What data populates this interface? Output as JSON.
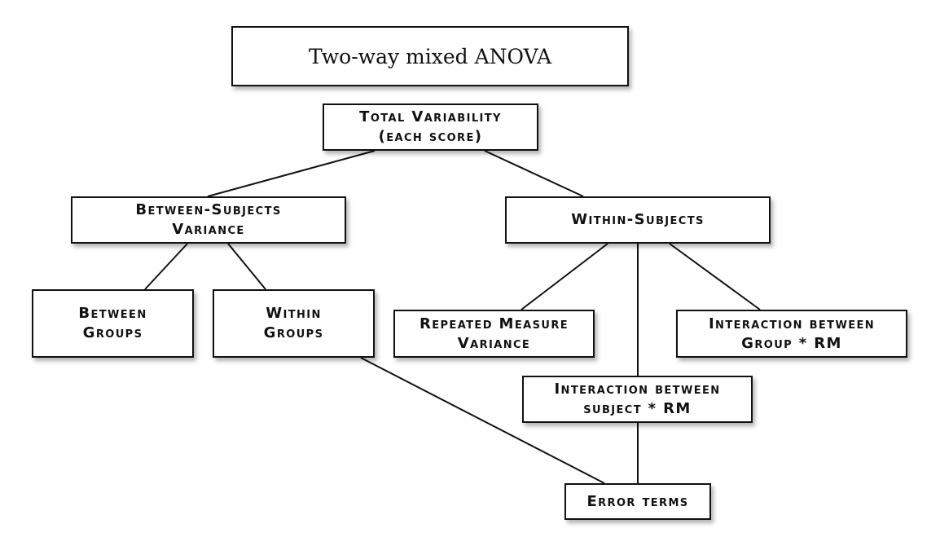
{
  "diagram": {
    "title": "Two-way mixed ANOVA",
    "nodes": {
      "total": {
        "lines": [
          "Total Variability",
          "(each score)"
        ]
      },
      "between_subjects": {
        "lines": [
          "Between-Subjects",
          "Variance"
        ]
      },
      "within_subjects": {
        "lines": [
          "Within-Subjects"
        ]
      },
      "between_groups": {
        "lines": [
          "Between",
          "Groups"
        ]
      },
      "within_groups": {
        "lines": [
          "Within",
          "Groups"
        ]
      },
      "repeated_measure": {
        "lines": [
          "Repeated Measure",
          "Variance"
        ]
      },
      "interaction_group_rm": {
        "lines": [
          "Interaction between",
          "Group * RM"
        ]
      },
      "interaction_subject_rm": {
        "lines": [
          "Interaction between",
          "subject * RM"
        ]
      },
      "error_terms": {
        "lines": [
          "Error terms"
        ]
      }
    },
    "edges": [
      [
        "total",
        "between_subjects"
      ],
      [
        "total",
        "within_subjects"
      ],
      [
        "between_subjects",
        "between_groups"
      ],
      [
        "between_subjects",
        "within_groups"
      ],
      [
        "within_subjects",
        "repeated_measure"
      ],
      [
        "within_subjects",
        "interaction_group_rm"
      ],
      [
        "within_subjects",
        "interaction_subject_rm"
      ],
      [
        "interaction_subject_rm",
        "error_terms"
      ],
      [
        "within_groups",
        "error_terms"
      ]
    ]
  }
}
